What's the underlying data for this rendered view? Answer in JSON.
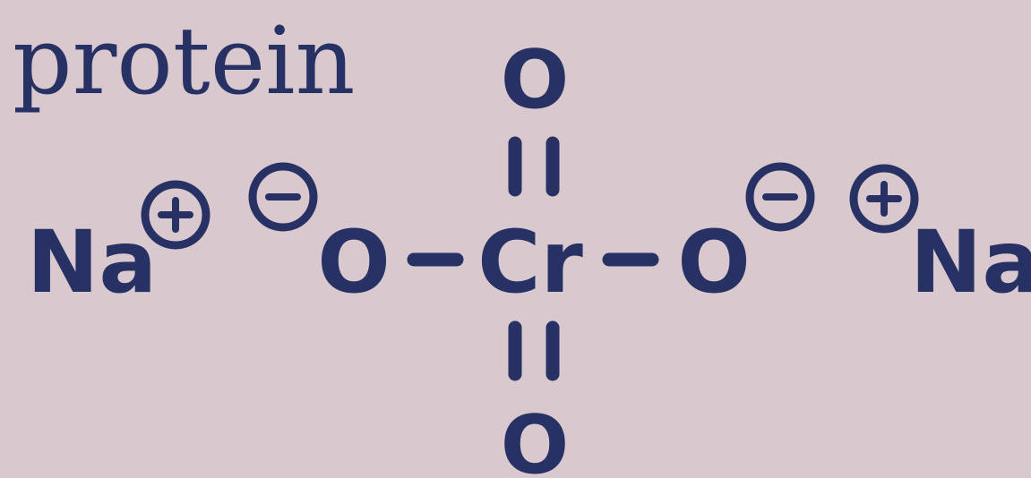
{
  "colors": {
    "background": "#d9c9cf",
    "ink": "#273163"
  },
  "title": "protein",
  "atoms": {
    "left_sodium": "Na",
    "left_oxygen": "O",
    "chromium": "Cr",
    "right_oxygen": "O",
    "right_sodium": "Na",
    "top_oxygen": "O",
    "bottom_oxygen": "O"
  },
  "charges": {
    "left_sodium": "+",
    "left_oxygen": "−",
    "right_oxygen": "−",
    "right_sodium": "+"
  }
}
